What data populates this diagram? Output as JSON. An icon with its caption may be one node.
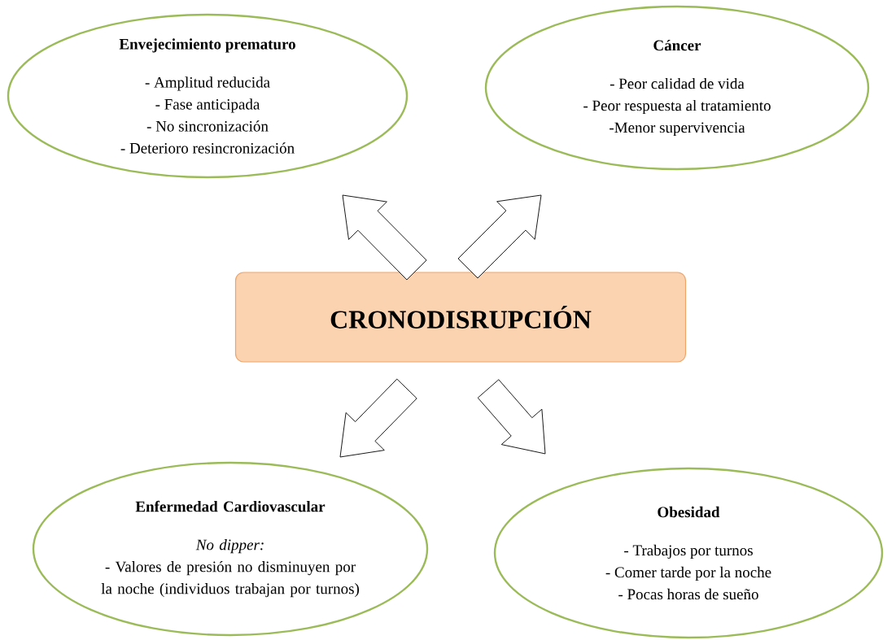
{
  "diagram": {
    "nodes": [
      {
        "text": [
          "CRONODISRUPCIÓN"
        ]
      },
      {
        "text": [
          "Envejecimiento prematuro",
          "- Amplitud reducida",
          "- Fase anticipada",
          "- No sincronización",
          "- Deterioro resincronización"
        ]
      },
      {
        "text": [
          "Cáncer",
          "- Peor calidad de vida",
          "- Peor respuesta al tratamiento",
          "-Menor supervivencia"
        ]
      },
      {
        "text": [
          "Enfermedad Cardiovascular",
          "No dipper:",
          "- Valores de presión no disminuyen por la noche (individuos trabajan por turnos)"
        ]
      },
      {
        "text": [
          "Obesidad",
          "- Trabajos por turnos",
          "- Comer tarde por la noche",
          "- Pocas horas de sueño"
        ]
      }
    ],
    "edges": [
      {
        "from": 0,
        "to": 1,
        "arrow": "to"
      },
      {
        "from": 0,
        "to": 2,
        "arrow": "to"
      },
      {
        "from": 0,
        "to": 3,
        "arrow": "to"
      },
      {
        "from": 0,
        "to": 4,
        "arrow": "to"
      }
    ]
  }
}
